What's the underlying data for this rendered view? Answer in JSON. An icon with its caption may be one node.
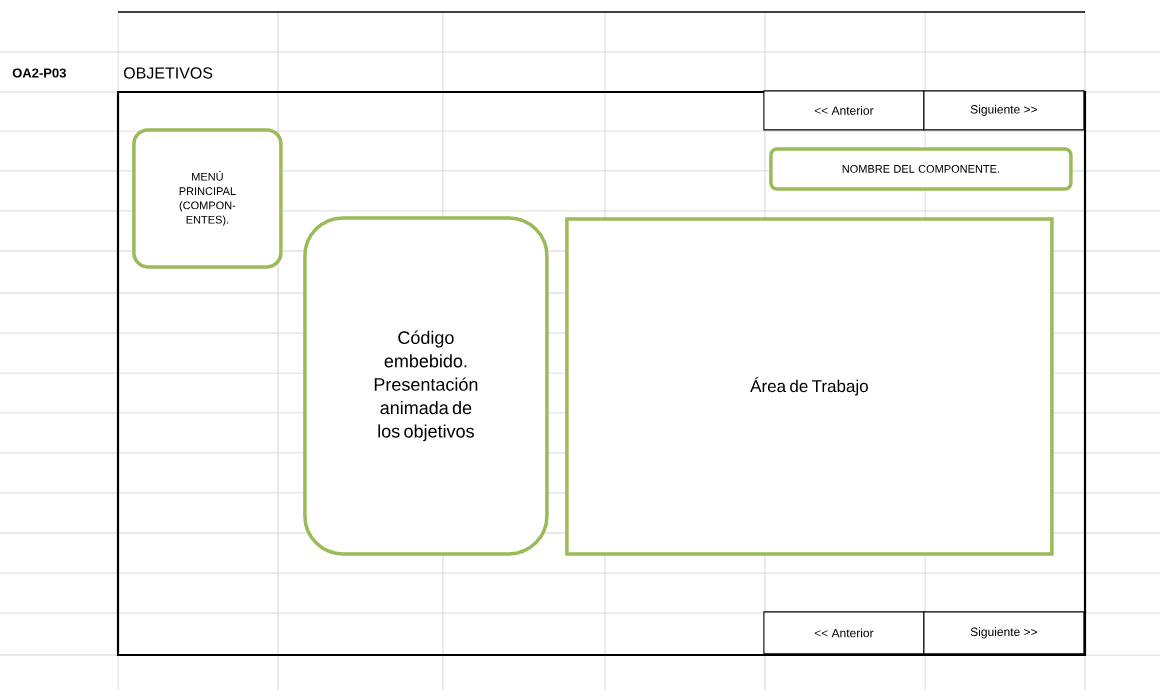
{
  "diagram": {
    "nodes": [
      {
        "text": [],
        "shape": "box"
      },
      {
        "text": [
          "<< Anterior"
        ],
        "in": 0
      },
      {
        "text": [
          "Siguiente >>"
        ],
        "in": 0
      },
      {
        "text": [
          "MENÚ PRINCIPAL (COMPON-ENTES)."
        ],
        "in": 0
      },
      {
        "text": [
          "NOMBRE DEL COMPONENTE."
        ],
        "in": 0
      },
      {
        "text": [
          "Código embebido. Presentación animada de los objetivos"
        ],
        "in": 0
      },
      {
        "text": [
          "Área de Trabajo"
        ],
        "in": 0
      },
      {
        "text": [
          "<< Anterior"
        ],
        "in": 0
      },
      {
        "text": [
          "Siguiente >>"
        ],
        "in": 0
      }
    ],
    "labels": [
      "OA2-P03",
      "OBJETIVOS"
    ]
  }
}
